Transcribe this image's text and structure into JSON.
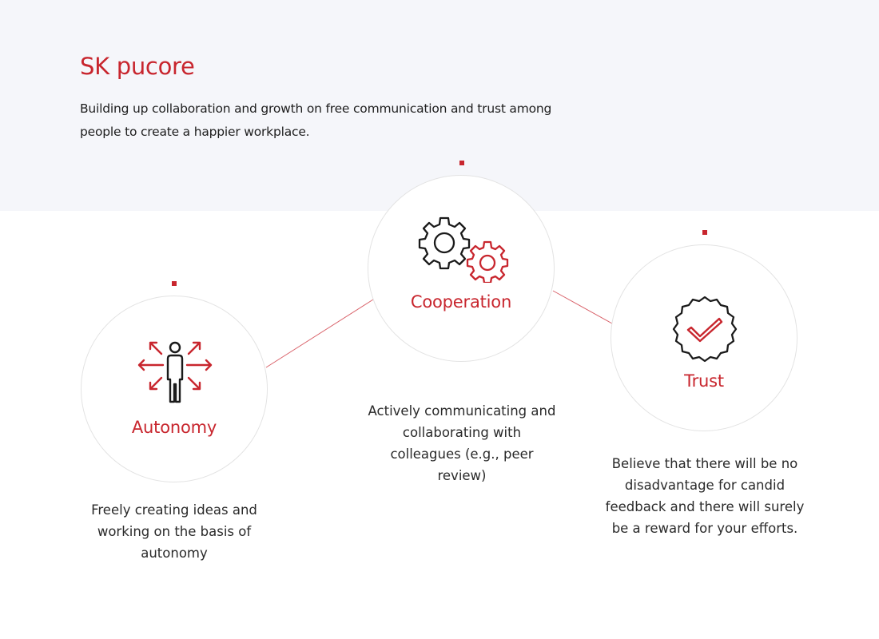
{
  "header": {
    "title": "SK pucore",
    "subtitle": "Building up collaboration and growth on free communication and trust among people to create a happier workplace."
  },
  "colors": {
    "accent": "#c8262e",
    "line": "#d9626a",
    "band": "#f5f6fa",
    "circle_border": "#e3e3e3",
    "text": "#2a2a2a",
    "icon_dark": "#1a1a1a"
  },
  "values": [
    {
      "label": "Autonomy",
      "icon": "person-arrows-icon",
      "description": "Freely creating ideas and working on the basis of autonomy"
    },
    {
      "label": "Cooperation",
      "icon": "gears-icon",
      "description": "Actively communicating and collaborating with colleagues (e.g., peer review)"
    },
    {
      "label": "Trust",
      "icon": "badge-check-icon",
      "description": "Believe that there will be no disadvantage for candid feedback and there will surely be a reward for your efforts."
    }
  ]
}
